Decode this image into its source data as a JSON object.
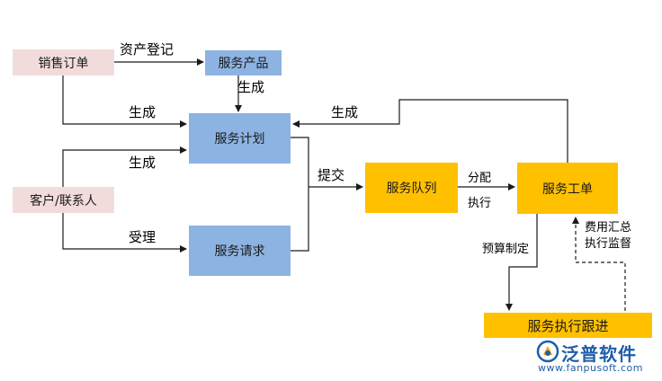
{
  "nodes": {
    "sales_order": "销售订单",
    "service_product": "服务产品",
    "service_plan": "服务计划",
    "customer_contact": "客户/联系人",
    "service_request": "服务请求",
    "service_queue": "服务队列",
    "work_order": "服务工单",
    "execution_followup": "服务执行跟进"
  },
  "edges": {
    "asset_register": "资产登记",
    "generate_from_product": "生成",
    "generate_from_order": "生成",
    "generate_from_customer": "生成",
    "generate_from_workorder": "生成",
    "accept": "受理",
    "submit": "提交",
    "assign": "分配",
    "execute": "执行",
    "budget": "预算制定",
    "cost_summary": "费用汇总",
    "exec_monitor": "执行监督"
  },
  "brand": {
    "name": "泛普软件",
    "url": "www.fanpusoft.com"
  },
  "colors": {
    "pink": "#f2dcdb",
    "blue": "#8db3e2",
    "gold": "#ffc000",
    "line": "#1a1a1a",
    "brand": "#1f5ea8"
  }
}
